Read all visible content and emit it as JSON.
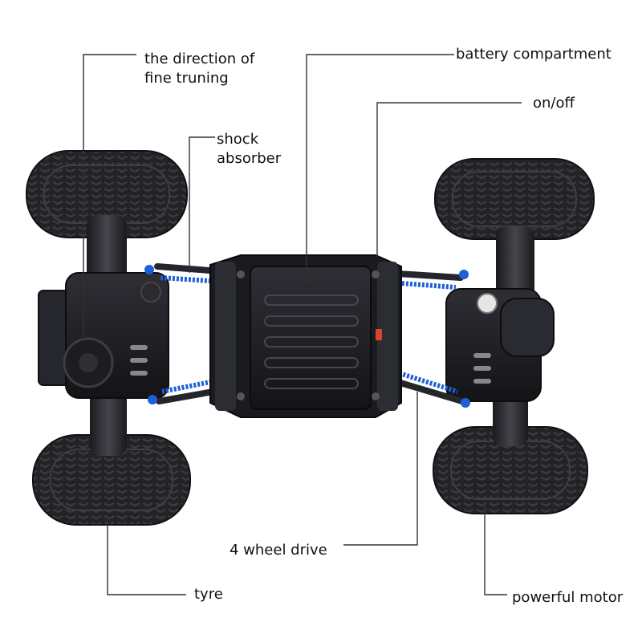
{
  "labels": {
    "fine_turning": {
      "line1": "the direction of",
      "line2": "fine truning"
    },
    "battery": "battery compartment",
    "on_off": "on/off",
    "shock": {
      "line1": "shock",
      "line2": "absorber"
    },
    "four_wheel_drive": "4 wheel drive",
    "tyre": "tyre",
    "motor": "powerful motor"
  },
  "colors": {
    "body": "#1c1c1f",
    "body_light": "#2b2c31",
    "accent_blue": "#1e5fd6",
    "tyre": "#222226",
    "leader": "#333333"
  }
}
